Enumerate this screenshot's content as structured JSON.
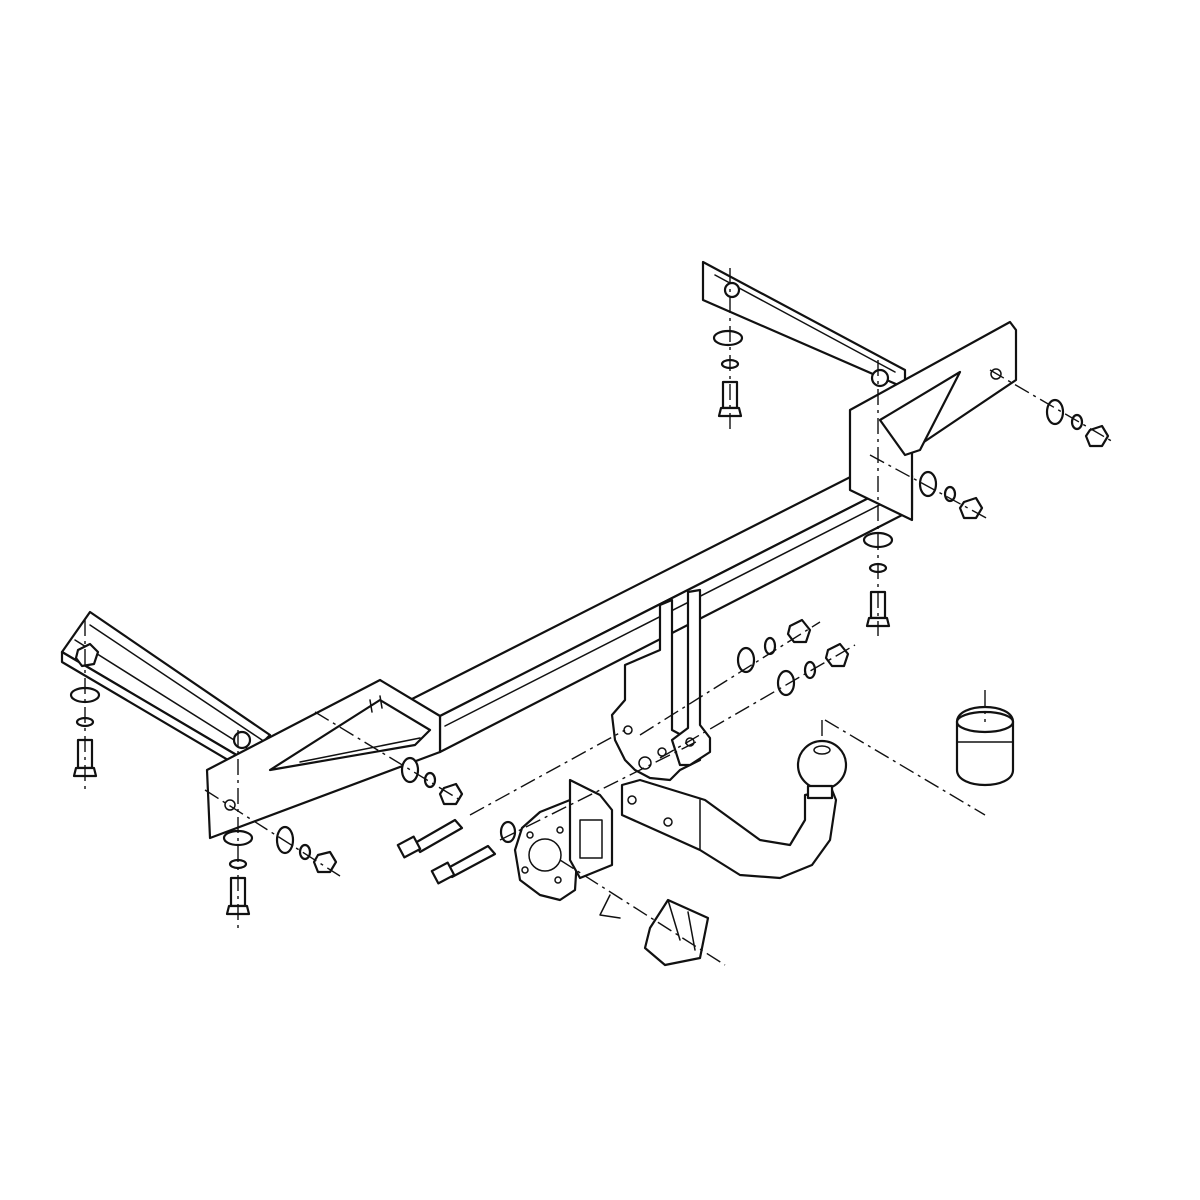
{
  "diagram": {
    "components": [
      "crossbar-tube",
      "left-mounting-bracket",
      "right-mounting-bracket",
      "center-drop-plates",
      "tow-ball-neck",
      "ball-cap",
      "electrical-socket-plate",
      "wiring-connector",
      "bolts",
      "washers",
      "nuts"
    ]
  }
}
